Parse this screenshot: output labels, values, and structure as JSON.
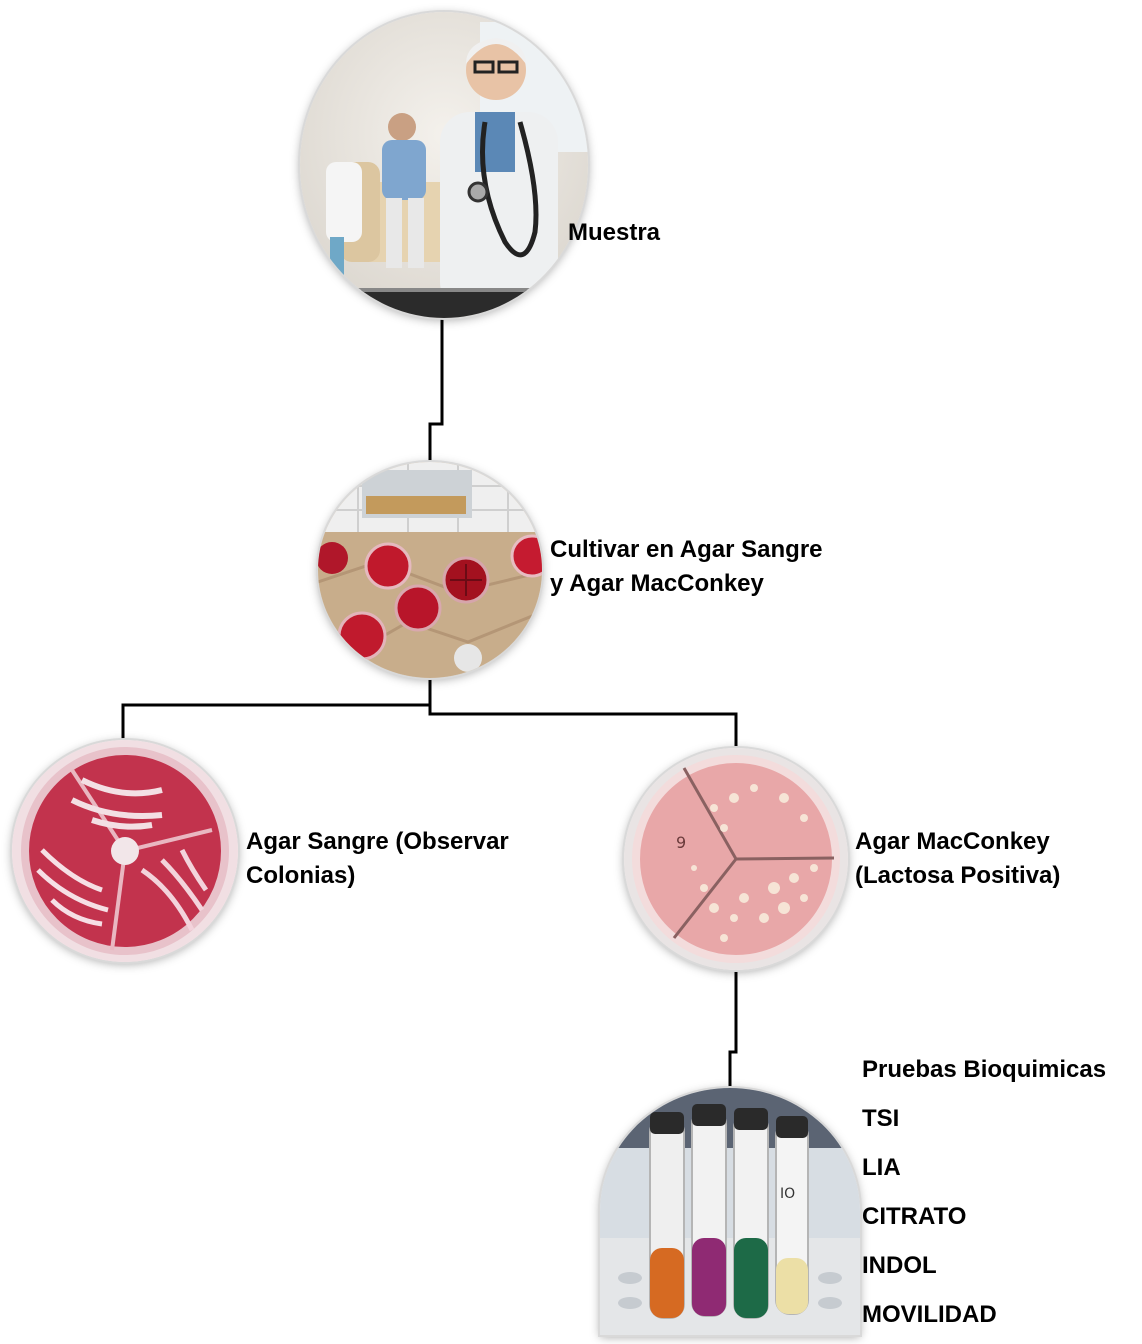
{
  "nodes": {
    "muestra": {
      "label": "Muestra",
      "image": "doctor-with-stethoscope-photo"
    },
    "cultivo": {
      "label_line1": "Cultivar en Agar Sangre",
      "label_line2": "y Agar MacConkey",
      "image": "petri-dishes-on-lab-bench-photo"
    },
    "agar_sangre": {
      "label_line1": "Agar Sangre (Observar",
      "label_line2": "Colonias)",
      "image": "blood-agar-plate-photo"
    },
    "agar_macconkey": {
      "label_line1": "Agar MacConkey",
      "label_line2": "(Lactosa Positiva)",
      "image": "macconkey-agar-plate-photo"
    },
    "bioquimicas": {
      "title": "Pruebas Bioquimicas",
      "tests": [
        "TSI",
        "LIA",
        "CITRATO",
        "INDOL",
        "MOVILIDAD"
      ],
      "image": "biochemical-test-tubes-photo"
    }
  },
  "colors": {
    "connector": "#000000",
    "text": "#000000"
  }
}
